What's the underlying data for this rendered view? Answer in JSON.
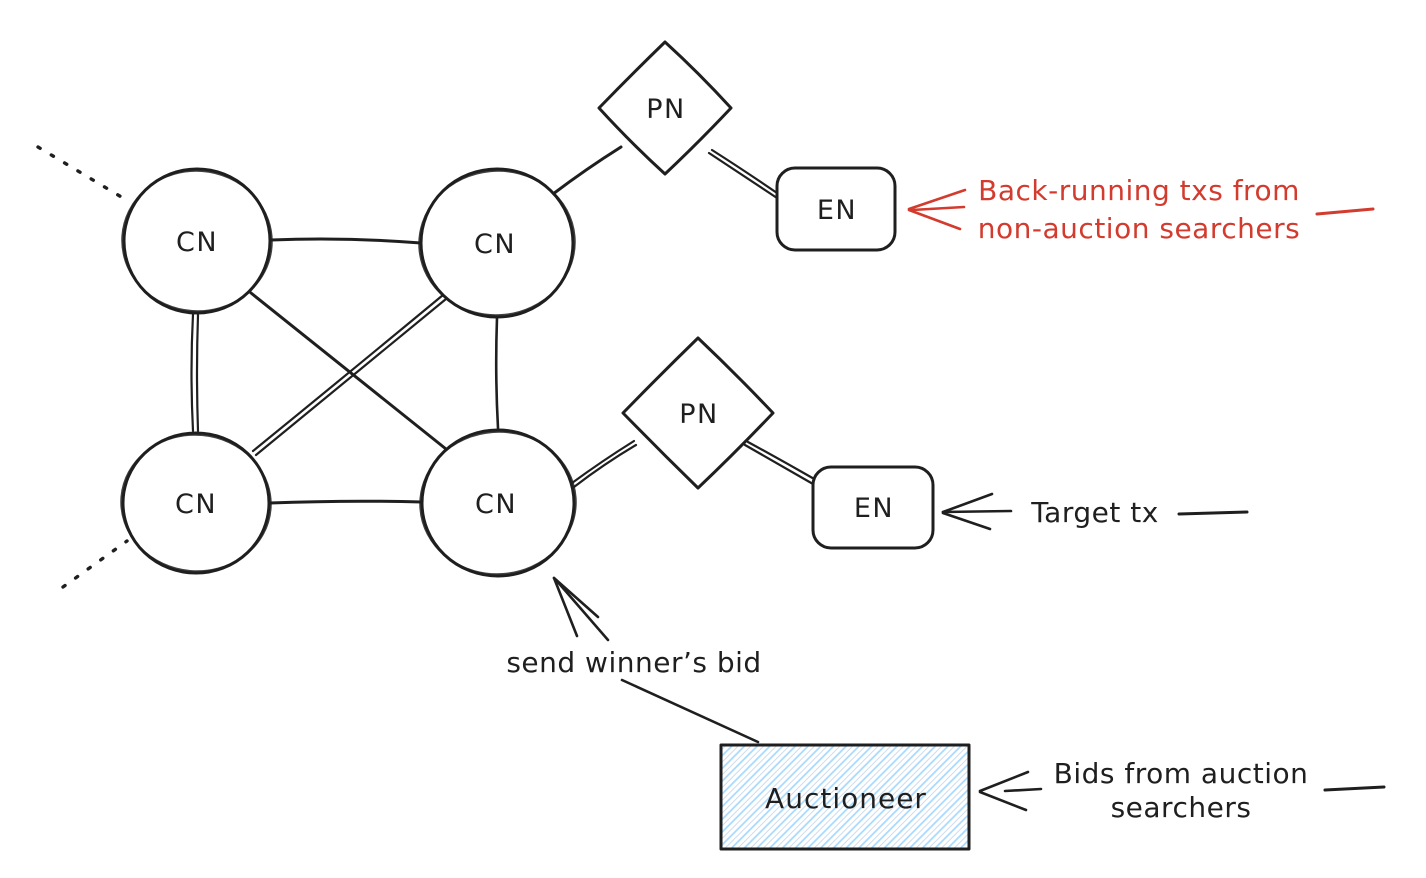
{
  "canvas": {
    "background": "#ffffff"
  },
  "colors": {
    "ink": "#1f1f1f",
    "annotation_red": "#d23b2e",
    "hatch_blue": "#a5d8ff"
  },
  "nodes": [
    {
      "id": "cn-top-left",
      "shape": "circle",
      "label": "CN"
    },
    {
      "id": "cn-top-right",
      "shape": "circle",
      "label": "CN"
    },
    {
      "id": "cn-bottom-left",
      "shape": "circle",
      "label": "CN"
    },
    {
      "id": "cn-bottom-right",
      "shape": "circle",
      "label": "CN"
    },
    {
      "id": "pn-top",
      "shape": "diamond",
      "label": "PN"
    },
    {
      "id": "pn-middle",
      "shape": "diamond",
      "label": "PN"
    },
    {
      "id": "en-top",
      "shape": "rounded-rect",
      "label": "EN"
    },
    {
      "id": "en-middle",
      "shape": "rounded-rect",
      "label": "EN"
    },
    {
      "id": "auctioneer",
      "shape": "hatched-rect",
      "label": "Auctioneer"
    }
  ],
  "edges": [
    {
      "from": "cn-top-left",
      "to": "cn-top-right",
      "style": "solid"
    },
    {
      "from": "cn-bottom-left",
      "to": "cn-bottom-right",
      "style": "solid"
    },
    {
      "from": "cn-top-left",
      "to": "cn-bottom-left",
      "style": "double"
    },
    {
      "from": "cn-top-right",
      "to": "cn-bottom-right",
      "style": "solid"
    },
    {
      "from": "cn-top-left",
      "to": "cn-bottom-right",
      "style": "solid"
    },
    {
      "from": "cn-top-right",
      "to": "cn-bottom-left",
      "style": "double"
    },
    {
      "from": "cn-top-right",
      "to": "pn-top",
      "style": "solid"
    },
    {
      "from": "pn-top",
      "to": "en-top",
      "style": "double"
    },
    {
      "from": "cn-bottom-right",
      "to": "pn-middle",
      "style": "double"
    },
    {
      "from": "pn-middle",
      "to": "en-middle",
      "style": "double"
    },
    {
      "from": "cn-top-left",
      "to": "offscreen-upper-left",
      "style": "dotted"
    },
    {
      "from": "cn-bottom-left",
      "to": "offscreen-lower-left",
      "style": "dotted"
    },
    {
      "from": "send-winners-bid-label",
      "to": "auctioneer",
      "style": "solid"
    }
  ],
  "annotations": [
    {
      "id": "back-running",
      "color": "#d23b2e",
      "points_to": "en-top",
      "lines": [
        "Back-running txs from",
        "non-auction searchers"
      ]
    },
    {
      "id": "target-tx",
      "color": "#1f1f1f",
      "points_to": "en-middle",
      "lines": [
        "Target tx"
      ]
    },
    {
      "id": "send-winners-bid",
      "color": "#1f1f1f",
      "points_to": "cn-bottom-right",
      "lines": [
        "send winner’s bid"
      ]
    },
    {
      "id": "bids-from-auction",
      "color": "#1f1f1f",
      "points_to": "auctioneer",
      "lines": [
        "Bids from auction",
        "searchers"
      ]
    }
  ]
}
